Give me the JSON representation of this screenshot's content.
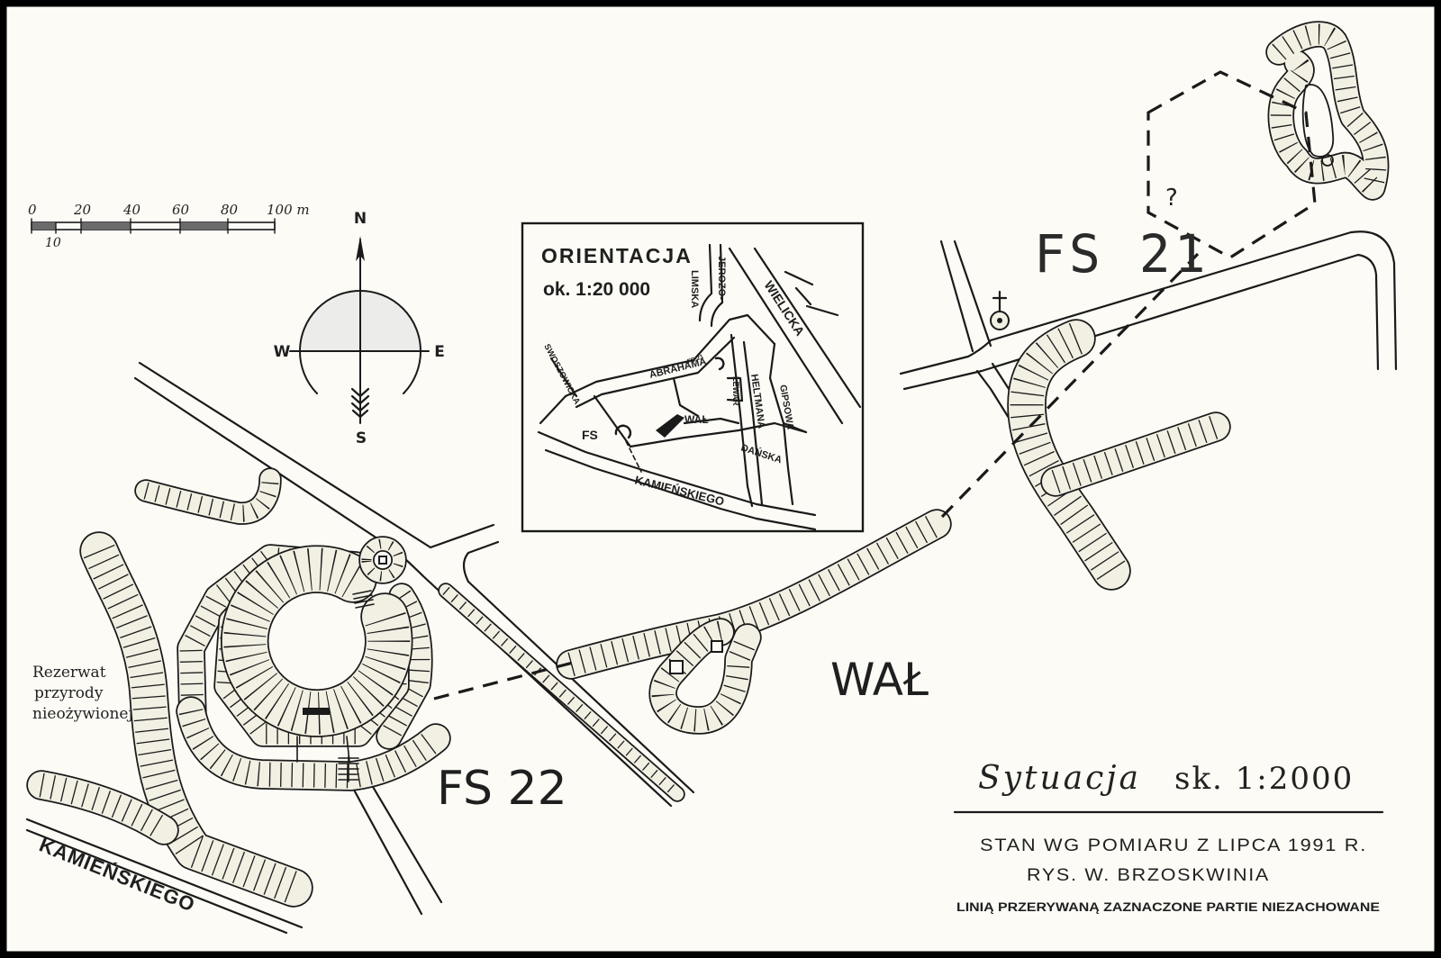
{
  "scale_bar": {
    "ticks": [
      "0",
      "20",
      "40",
      "60",
      "80",
      "100 m"
    ],
    "sub_label": "10"
  },
  "compass": {
    "n": "N",
    "w": "W",
    "e": "E",
    "s": "S"
  },
  "inset": {
    "title": "ORIENTACJA",
    "scale": "ok. 1:20 000",
    "streets": {
      "jerozolimska_1": "JEROZO-",
      "jerozolimska_2": "LIMSKA",
      "wielicka": "WIELICKA",
      "abrahama": "ABRAHAMA",
      "swoszowicka": "SWOSZOWICKA",
      "heltmana": "HELTMANA",
      "lewar": "LEWAR",
      "gipsowa": "GIPSOWA",
      "danska": "DAŃSKA",
      "kamienskiego": "KAMIEŃSKIEGO"
    },
    "fs_label": "FS",
    "fs21_label": "FS 21",
    "wal_label": "WAŁ"
  },
  "map_labels": {
    "fs21": "FS 21",
    "question": "?",
    "wal": "WAŁ",
    "fs22": "FS 22",
    "reserve": [
      "Rezerwat",
      "przyrody",
      "nieożywionej"
    ],
    "street": "KAMIEŃSKIEGO"
  },
  "title_block": {
    "title": "Sytuacja",
    "scale": "sk. 1:2000",
    "survey": "STAN WG POMIARU Z LIPCA 1991 R.",
    "author": "RYS. W. BRZOSKWINIA",
    "note": "LINIĄ PRZERYWANĄ ZAZNACZONE PARTIE NIEZACHOWANE"
  },
  "colors": {
    "paper": "#fcfbf6",
    "ink": "#1a1a1a",
    "earthwork_fill": "#f2efe3"
  }
}
